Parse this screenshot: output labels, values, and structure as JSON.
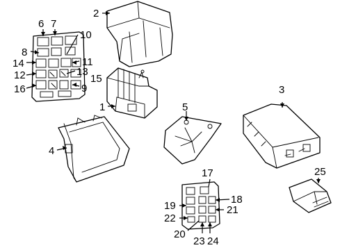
{
  "callouts": [
    {
      "id": "c1",
      "text": "1"
    },
    {
      "id": "c2",
      "text": "2"
    },
    {
      "id": "c3",
      "text": "3"
    },
    {
      "id": "c4",
      "text": "4"
    },
    {
      "id": "c5",
      "text": "5"
    },
    {
      "id": "c6",
      "text": "6"
    },
    {
      "id": "c7",
      "text": "7"
    },
    {
      "id": "c8",
      "text": "8"
    },
    {
      "id": "c9",
      "text": "9"
    },
    {
      "id": "c10",
      "text": "10"
    },
    {
      "id": "c11",
      "text": "11"
    },
    {
      "id": "c12",
      "text": "12"
    },
    {
      "id": "c13",
      "text": "13"
    },
    {
      "id": "c14",
      "text": "14"
    },
    {
      "id": "c15",
      "text": "15"
    },
    {
      "id": "c16",
      "text": "16"
    },
    {
      "id": "c17",
      "text": "17"
    },
    {
      "id": "c18",
      "text": "18"
    },
    {
      "id": "c19",
      "text": "19"
    },
    {
      "id": "c20",
      "text": "20"
    },
    {
      "id": "c21",
      "text": "21"
    },
    {
      "id": "c22",
      "text": "22"
    },
    {
      "id": "c23",
      "text": "23"
    },
    {
      "id": "c24",
      "text": "24"
    },
    {
      "id": "c25",
      "text": "25"
    }
  ],
  "colors": {
    "line": "#000000",
    "background": "#ffffff"
  }
}
